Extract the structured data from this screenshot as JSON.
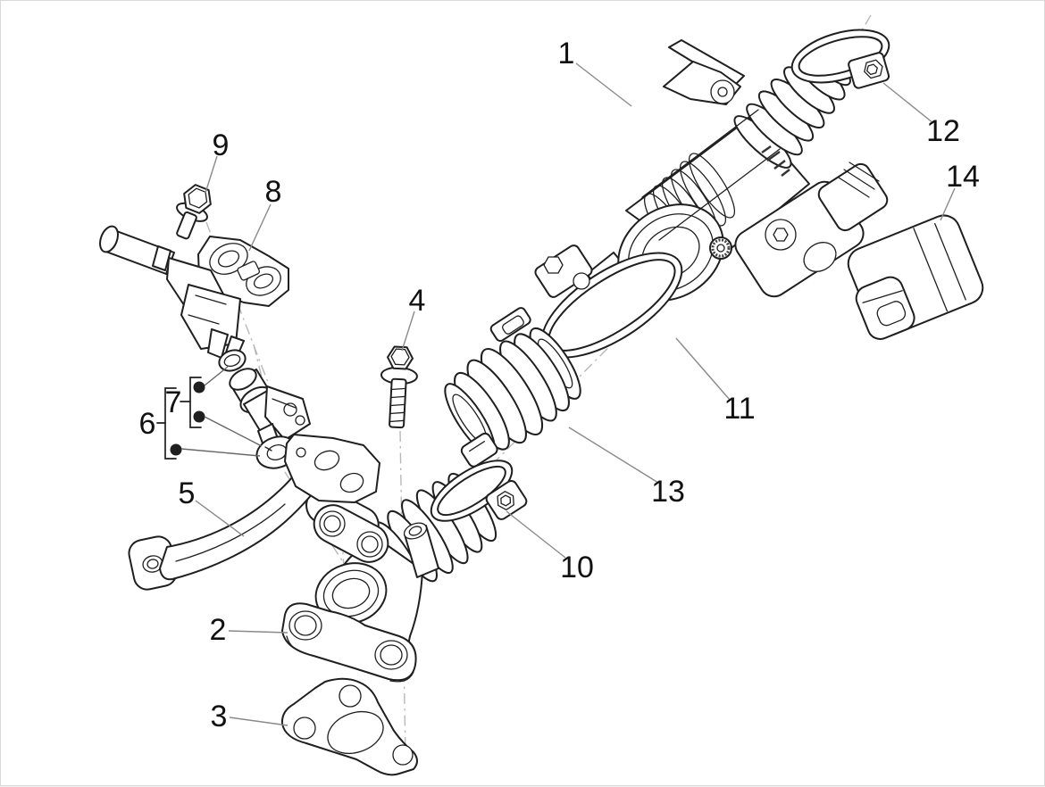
{
  "diagram": {
    "kind": "exploded-parts-diagram",
    "parts": [
      {
        "number": "1"
      },
      {
        "number": "2"
      },
      {
        "number": "3"
      },
      {
        "number": "4"
      },
      {
        "number": "5"
      },
      {
        "number": "6"
      },
      {
        "number": "7"
      },
      {
        "number": "8"
      },
      {
        "number": "9"
      },
      {
        "number": "10"
      },
      {
        "number": "11"
      },
      {
        "number": "12"
      },
      {
        "number": "13"
      },
      {
        "number": "14"
      }
    ]
  },
  "colors": {
    "line": "#1f1f1f",
    "leader": "#8a8a8a",
    "centerline": "#b8b8b8",
    "label": "#111111",
    "background": "#ffffff",
    "border": "#d9d9d9"
  }
}
